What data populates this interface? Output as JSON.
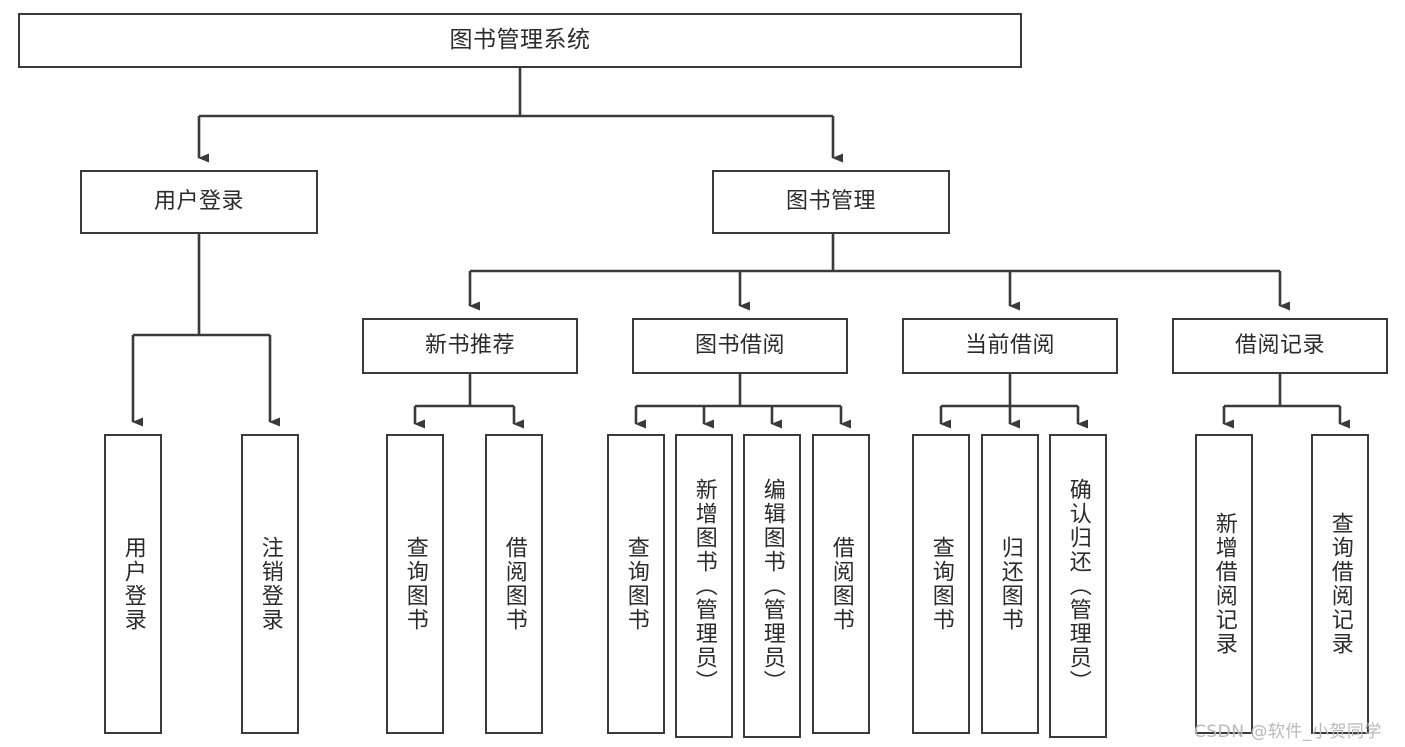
{
  "diagram": {
    "title": "图书管理系统",
    "type": "hierarchy-tree",
    "watermark": "CSDN @软件_小贺同学",
    "colors": {
      "box_border": "#3a3a3a",
      "box_fill": "#ffffff",
      "connector": "#3a3a3a",
      "text": "#2b2b2b",
      "watermark": "#b9b9b9",
      "background": "#ffffff"
    },
    "nodes": {
      "root": {
        "label": "图书管理系统"
      },
      "level1": [
        {
          "id": "user-login",
          "label": "用户登录"
        },
        {
          "id": "book-management",
          "label": "图书管理"
        }
      ],
      "level2": [
        {
          "id": "new-book-recommend",
          "label": "新书推荐"
        },
        {
          "id": "book-borrow",
          "label": "图书借阅"
        },
        {
          "id": "current-borrow",
          "label": "当前借阅"
        },
        {
          "id": "borrow-record",
          "label": "借阅记录"
        }
      ],
      "leaves": {
        "user-login": [
          {
            "id": "leaf-user-login",
            "label": "用户登录"
          },
          {
            "id": "leaf-user-logout",
            "label": "注销登录"
          }
        ],
        "new-book-recommend": [
          {
            "id": "leaf-query-book-1",
            "label": "查询图书"
          },
          {
            "id": "leaf-borrow-book-1",
            "label": "借阅图书"
          }
        ],
        "book-borrow": [
          {
            "id": "leaf-query-book-2",
            "label": "查询图书"
          },
          {
            "id": "leaf-add-book",
            "label": "新增图书（管理员）"
          },
          {
            "id": "leaf-edit-book",
            "label": "编辑图书（管理员）"
          },
          {
            "id": "leaf-borrow-book-2",
            "label": "借阅图书"
          }
        ],
        "current-borrow": [
          {
            "id": "leaf-query-book-3",
            "label": "查询图书"
          },
          {
            "id": "leaf-return-book",
            "label": "归还图书"
          },
          {
            "id": "leaf-confirm-return",
            "label": "确认归还（管理员）"
          }
        ],
        "borrow-record": [
          {
            "id": "leaf-add-record",
            "label": "新增借阅记录"
          },
          {
            "id": "leaf-query-record",
            "label": "查询借阅记录"
          }
        ]
      }
    }
  }
}
